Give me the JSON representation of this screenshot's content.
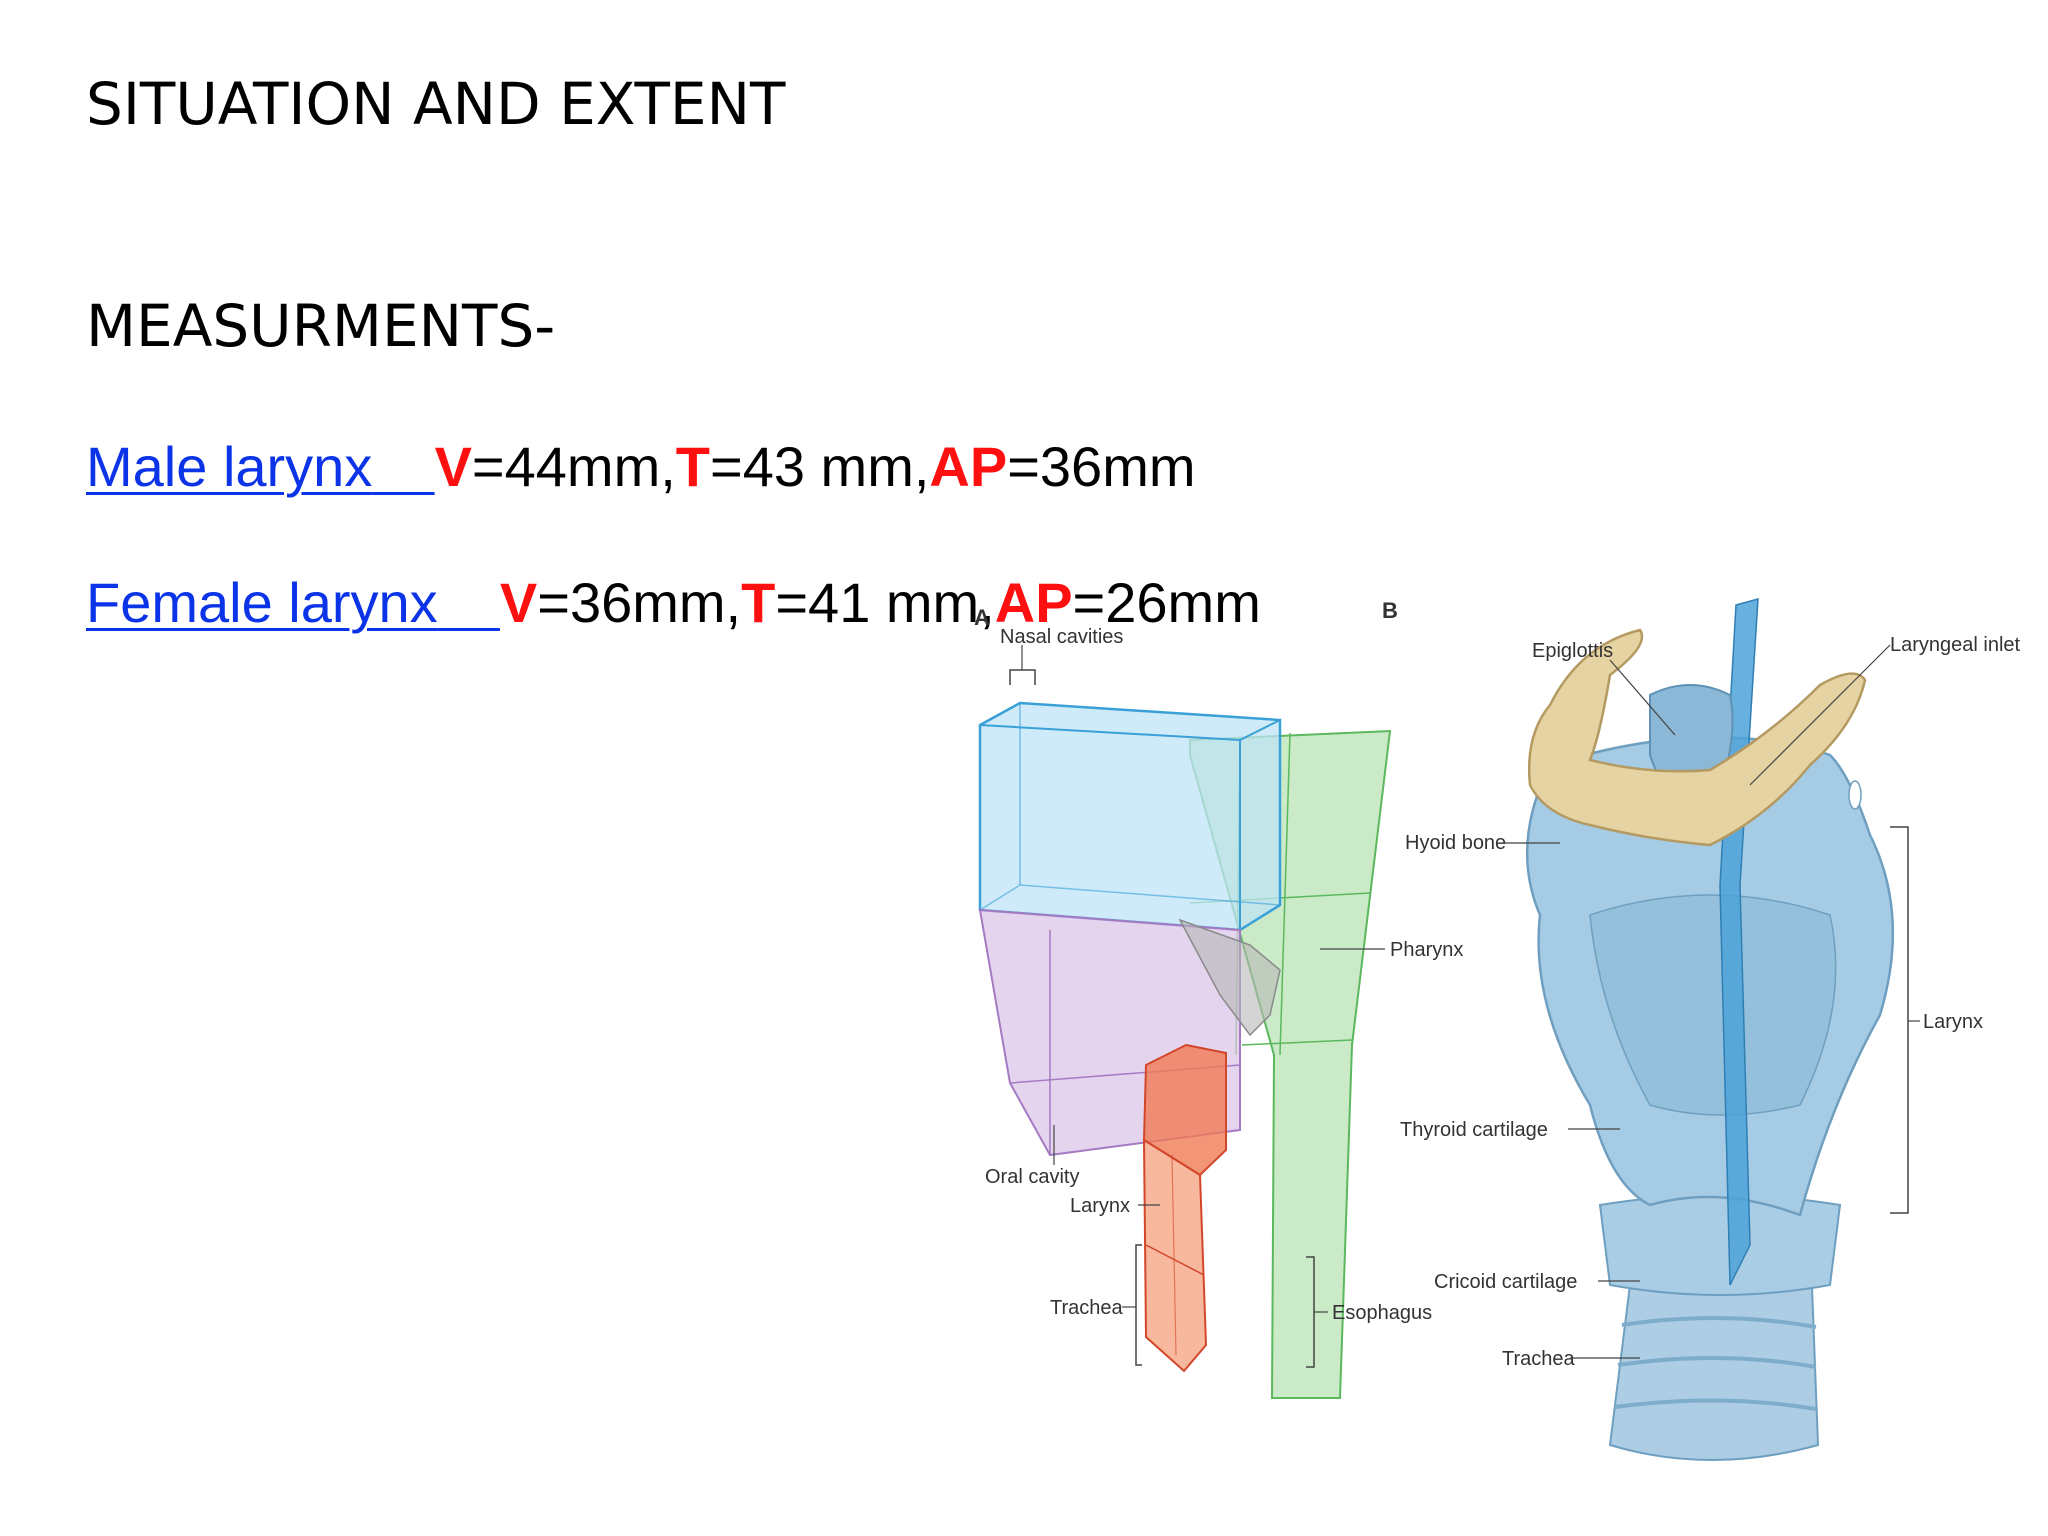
{
  "slide": {
    "title": "SITUATION AND EXTENT",
    "subtitle": "MEASURMENTS-",
    "male": {
      "label": "Male larynx",
      "v_key": "V",
      "v_val": "=44mm,",
      "t_key": "T",
      "t_val": "=43 mm,",
      "ap_key": "AP",
      "ap_val": "=36mm"
    },
    "female": {
      "label": "Female larynx",
      "v_key": "V",
      "v_val": "=36mm,",
      "t_key": "T",
      "t_val": "=41 mm,",
      "ap_key": "AP",
      "ap_val": "=26mm"
    }
  },
  "figure": {
    "panel_a": {
      "marker": "A",
      "labels": {
        "nasal": "Nasal cavities",
        "pharynx": "Pharynx",
        "oral": "Oral cavity",
        "larynx": "Larynx",
        "trachea": "Trachea",
        "esophagus": "Esophagus"
      }
    },
    "panel_b": {
      "marker": "B",
      "labels": {
        "epiglottis": "Epiglottis",
        "inlet": "Laryngeal inlet",
        "hyoid": "Hyoid bone",
        "larynx": "Larynx",
        "thyroid": "Thyroid cartilage",
        "cricoid": "Cricoid cartilage",
        "trachea": "Trachea"
      }
    },
    "colors": {
      "nasal": "#bfe3f5",
      "pharynx": "#9fd89a",
      "oral": "#d8c2e6",
      "larynx": "#f07a55",
      "cartilage": "#9dc4de",
      "bone": "#e6d3a3"
    }
  }
}
